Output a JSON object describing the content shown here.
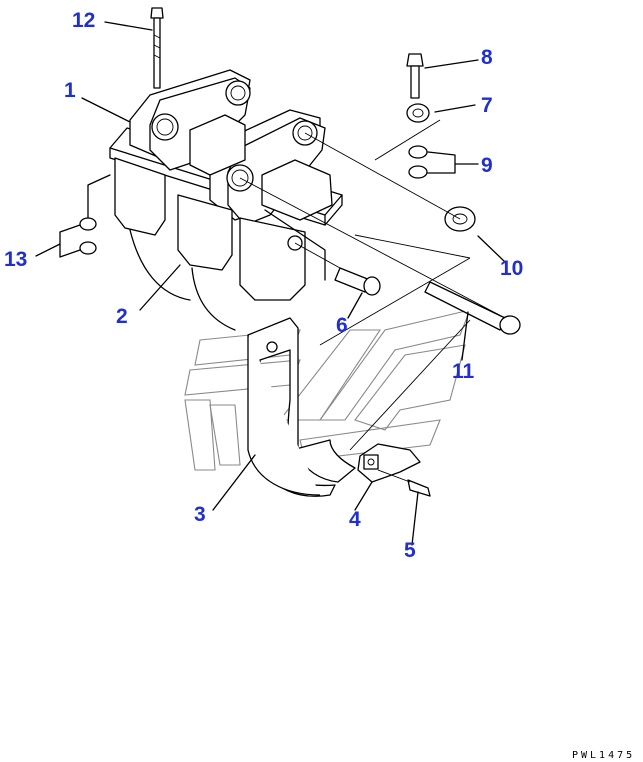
{
  "callouts": [
    {
      "id": "1",
      "label": "1"
    },
    {
      "id": "2",
      "label": "2"
    },
    {
      "id": "3",
      "label": "3"
    },
    {
      "id": "4",
      "label": "4"
    },
    {
      "id": "5",
      "label": "5"
    },
    {
      "id": "6",
      "label": "6"
    },
    {
      "id": "7",
      "label": "7"
    },
    {
      "id": "8",
      "label": "8"
    },
    {
      "id": "9",
      "label": "9"
    },
    {
      "id": "10",
      "label": "10"
    },
    {
      "id": "11",
      "label": "11"
    },
    {
      "id": "12",
      "label": "12"
    },
    {
      "id": "13",
      "label": "13"
    }
  ],
  "drawing_code": "PWL1475",
  "colors": {
    "callout": "#1f2fd0",
    "line": "#000000",
    "watermark": "#8a8a8a"
  }
}
